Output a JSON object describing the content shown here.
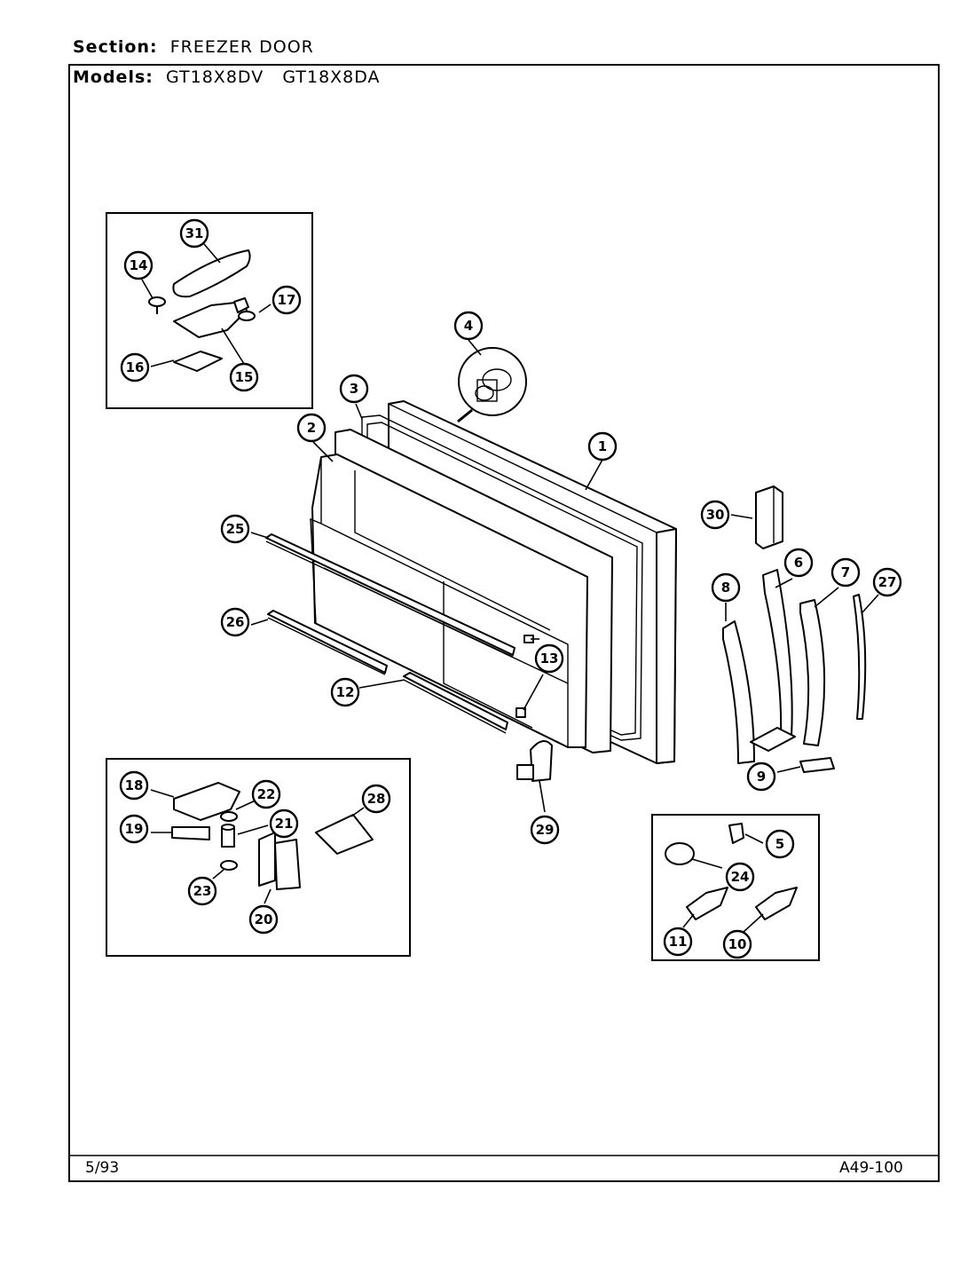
{
  "header": {
    "section_label": "Section:",
    "section_value": "FREEZER DOOR",
    "models_label": "Models:",
    "model_1": "GT18X8DV",
    "model_2": "GT18X8DA"
  },
  "footer": {
    "date": "5/93",
    "code": "A49-100"
  },
  "callouts": [
    "1",
    "2",
    "3",
    "4",
    "5",
    "6",
    "7",
    "8",
    "9",
    "10",
    "11",
    "12",
    "13",
    "14",
    "15",
    "16",
    "17",
    "18",
    "19",
    "20",
    "21",
    "22",
    "23",
    "24",
    "25",
    "26",
    "27",
    "28",
    "29",
    "30",
    "31"
  ]
}
